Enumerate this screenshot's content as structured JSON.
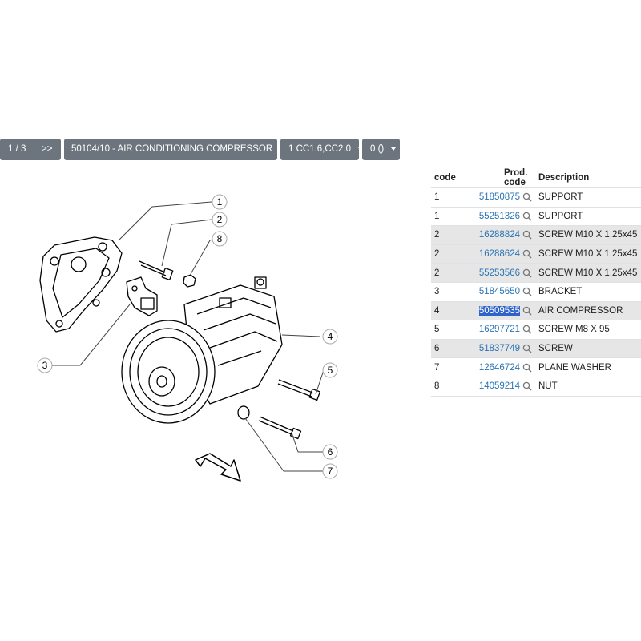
{
  "toolbar": {
    "page": "1 / 3",
    "next": ">>",
    "group": "50104/10 - AIR CONDITIONING COMPRESSOR",
    "model": "1 CC1.6,CC2.0",
    "extra": "0 ()"
  },
  "diagram": {
    "callouts": [
      "1",
      "2",
      "8",
      "3",
      "4",
      "5",
      "6",
      "7"
    ]
  },
  "table": {
    "headers": [
      "code",
      "Prod. code",
      "Description"
    ],
    "rows": [
      {
        "code": "1",
        "prod": "51850875",
        "desc": "SUPPORT"
      },
      {
        "code": "1",
        "prod": "55251326",
        "desc": "SUPPORT"
      },
      {
        "code": "2",
        "prod": "16288824",
        "desc": "SCREW M10 X 1,25x45"
      },
      {
        "code": "2",
        "prod": "16288624",
        "desc": "SCREW M10 X 1,25x45"
      },
      {
        "code": "2",
        "prod": "55253566",
        "desc": "SCREW M10 X 1,25x45"
      },
      {
        "code": "3",
        "prod": "51845650",
        "desc": "BRACKET"
      },
      {
        "code": "4",
        "prod": "50509535",
        "desc": "AIR COMPRESSOR"
      },
      {
        "code": "5",
        "prod": "16297721",
        "desc": "SCREW M8 X 95"
      },
      {
        "code": "6",
        "prod": "51837749",
        "desc": "SCREW"
      },
      {
        "code": "7",
        "prod": "12646724",
        "desc": "PLANE WASHER"
      },
      {
        "code": "8",
        "prod": "14059214",
        "desc": "NUT"
      }
    ]
  },
  "colors": {
    "button": "#6c757d",
    "link": "#2a74b5",
    "selection": "#2f63c9",
    "row_shade": "#e6e6e6"
  },
  "icons": {
    "search": "search-icon",
    "dropdown": "caret-down-icon"
  }
}
